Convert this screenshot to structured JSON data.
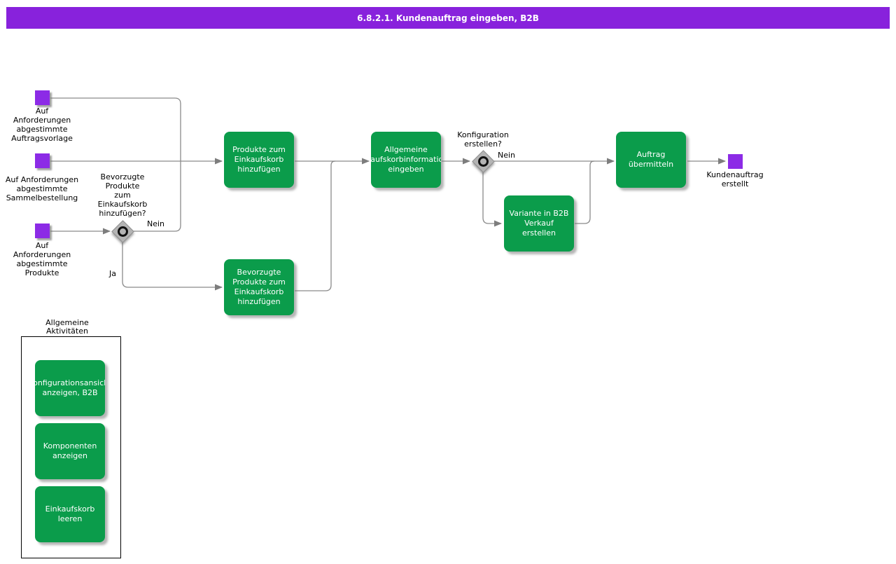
{
  "title_bar": {
    "text": "6.8.2.1. Kundenauftrag eingeben, B2B"
  },
  "colors": {
    "title_bar_bg": "#8822DC",
    "event_purple": "#8C2BE6",
    "activity_green": "#0B9C4B",
    "gateway_gray": "#B4B4B4",
    "connector_gray": "#8a8a8a",
    "text_black": "#000000",
    "text_white": "#ffffff"
  },
  "events": {
    "start_auftragsvorlage": {
      "label": "Auf\nAnforderungen\nabgestimmte\nAuftragsvorlage"
    },
    "start_sammelbestellung": {
      "label": "Auf Anforderungen\nabgestimmte\nSammelbestellung"
    },
    "start_produkte": {
      "label": "Auf\nAnforderungen\nabgestimmte\nProdukte"
    },
    "end_kundenauftrag": {
      "label": "Kundenauftrag\nerstellt"
    }
  },
  "gateways": {
    "bevorzugte": {
      "question": "Bevorzugte\nProdukte\nzum\nEinkaufskorb\nhinzufügen?",
      "label_no": "Nein",
      "label_yes": "Ja"
    },
    "konfiguration": {
      "question": "Konfiguration\nerstellen?",
      "label_no": "Nein"
    }
  },
  "activities": {
    "produkte_hinzufuegen": {
      "lines": [
        "Produkte zum",
        "Einkaufskorb",
        "hinzufügen"
      ]
    },
    "allgemeine_info": {
      "lines": [
        "Allgemeine",
        "Einkaufskorbinformationen",
        "eingeben"
      ]
    },
    "bevorzugte_hinzufuegen": {
      "lines": [
        "Bevorzugte",
        "Produkte zum",
        "Einkaufskorb",
        "hinzufügen"
      ]
    },
    "variante_erstellen": {
      "lines": [
        "Variante in B2B",
        "Verkauf",
        "erstellen"
      ]
    },
    "auftrag_uebermitteln": {
      "lines": [
        "Auftrag",
        "übermitteln"
      ]
    }
  },
  "group": {
    "title": "Allgemeine\nAktivitäten",
    "activities": {
      "konfigurationsansicht": {
        "lines": [
          "Konfigurationsansicht",
          "anzeigen, B2B"
        ]
      },
      "komponenten": {
        "lines": [
          "Komponenten",
          "anzeigen"
        ]
      },
      "einkaufskorb_leeren": {
        "lines": [
          "Einkaufskorb",
          "leeren"
        ]
      }
    }
  }
}
